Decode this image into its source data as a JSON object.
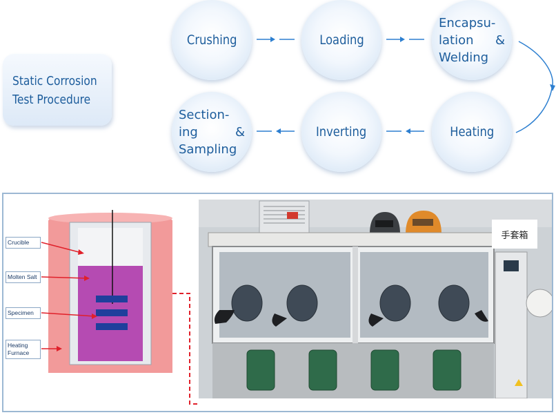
{
  "title": {
    "line1": "Static Corrosion",
    "line2": "Test Procedure"
  },
  "steps": {
    "crushing": "Crushing",
    "loading": "Loading",
    "encapsulation": [
      "Encapsu-",
      "lation &",
      "Welding"
    ],
    "heating": "Heating",
    "inverting": "Inverting",
    "sectioning": [
      "Section-",
      "ing &",
      "Sampling"
    ]
  },
  "diagram_labels": {
    "crucible": "Crucible",
    "molten_salt": "Molten Salt",
    "specimen": "Specimen",
    "heating_furnace": [
      "Heating",
      "Furnace"
    ]
  },
  "photo_label": "手套箱",
  "colors": {
    "circle_text": "#1d5d9c",
    "arrow": "#2d7fd0",
    "label_arrow": "#e0202a",
    "furnace": "#f29a9a",
    "molten_salt": "#b54bb2",
    "specimen": "#1f3f9c"
  }
}
